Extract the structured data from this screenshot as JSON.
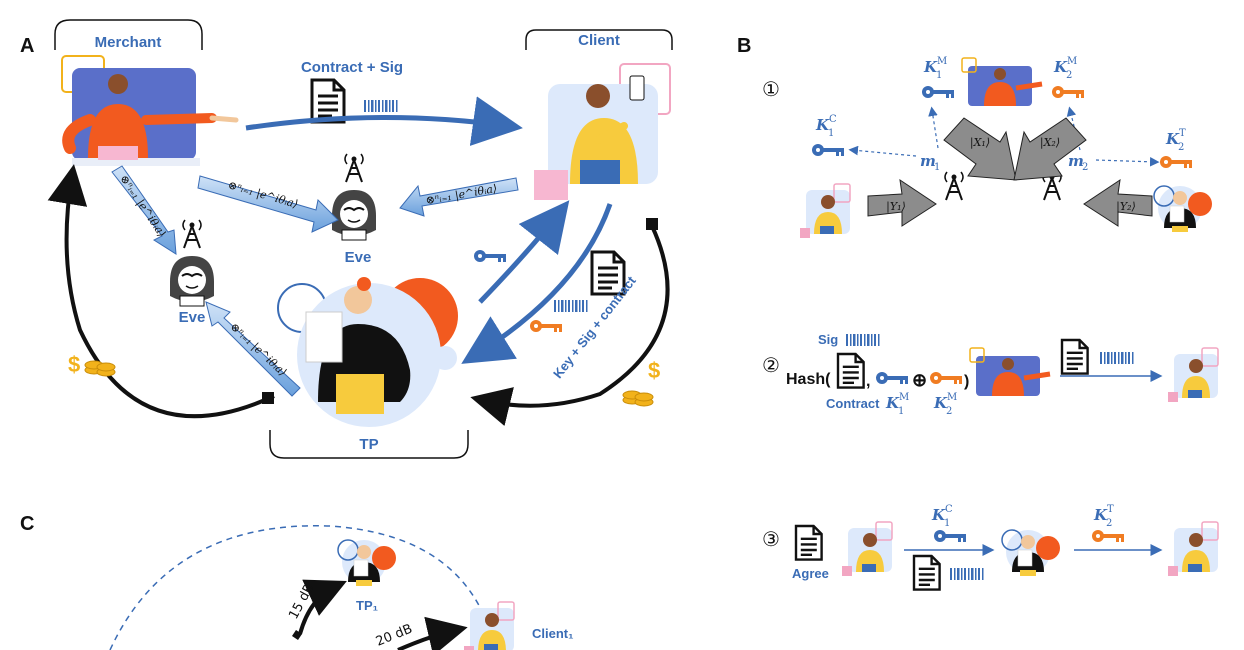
{
  "panels": {
    "a": "A",
    "b": "B",
    "c": "C"
  },
  "a": {
    "merchant": "Merchant",
    "client": "Client",
    "tp": "TP",
    "eve": "Eve",
    "contract_sig": "Contract + Sig",
    "key_sig_contract": "Key + Sig + contract",
    "state_label": "⊗ⁿᵢ₌₁ |e^iθᵢa⟩",
    "currency": "$"
  },
  "b": {
    "step1": "①",
    "step2": "②",
    "step3": "③",
    "k1m_base": "K",
    "k1m_sub": "1",
    "k1m_sup": "M",
    "k2m_base": "K",
    "k2m_sub": "2",
    "k2m_sup": "M",
    "k1c_base": "K",
    "k1c_sub": "1",
    "k1c_sup": "C",
    "k2t_base": "K",
    "k2t_sub": "2",
    "k2t_sup": "T",
    "m1_base": "m",
    "m1_sub": "1",
    "m2_base": "m",
    "m2_sub": "2",
    "x1": "|X₁⟩",
    "x2": "|X₂⟩",
    "y1": "|Y₁⟩",
    "y2": "|Y₂⟩",
    "sig": "Sig",
    "hash_open": "Hash(",
    "comma": ",",
    "xor": "⊕",
    "hash_close": ")",
    "contract": "Contract",
    "agree": "Agree"
  },
  "c": {
    "tp1": "TP₁",
    "client1": "Client₁",
    "db15": "15 dB",
    "db20": "20 dB"
  },
  "colors": {
    "blue": "#3a6cb5",
    "orange": "#f07c22",
    "merchant_bg": "#5a6fc9",
    "gold": "#f2b21b",
    "grey_arrow": "#8c8c8c"
  }
}
